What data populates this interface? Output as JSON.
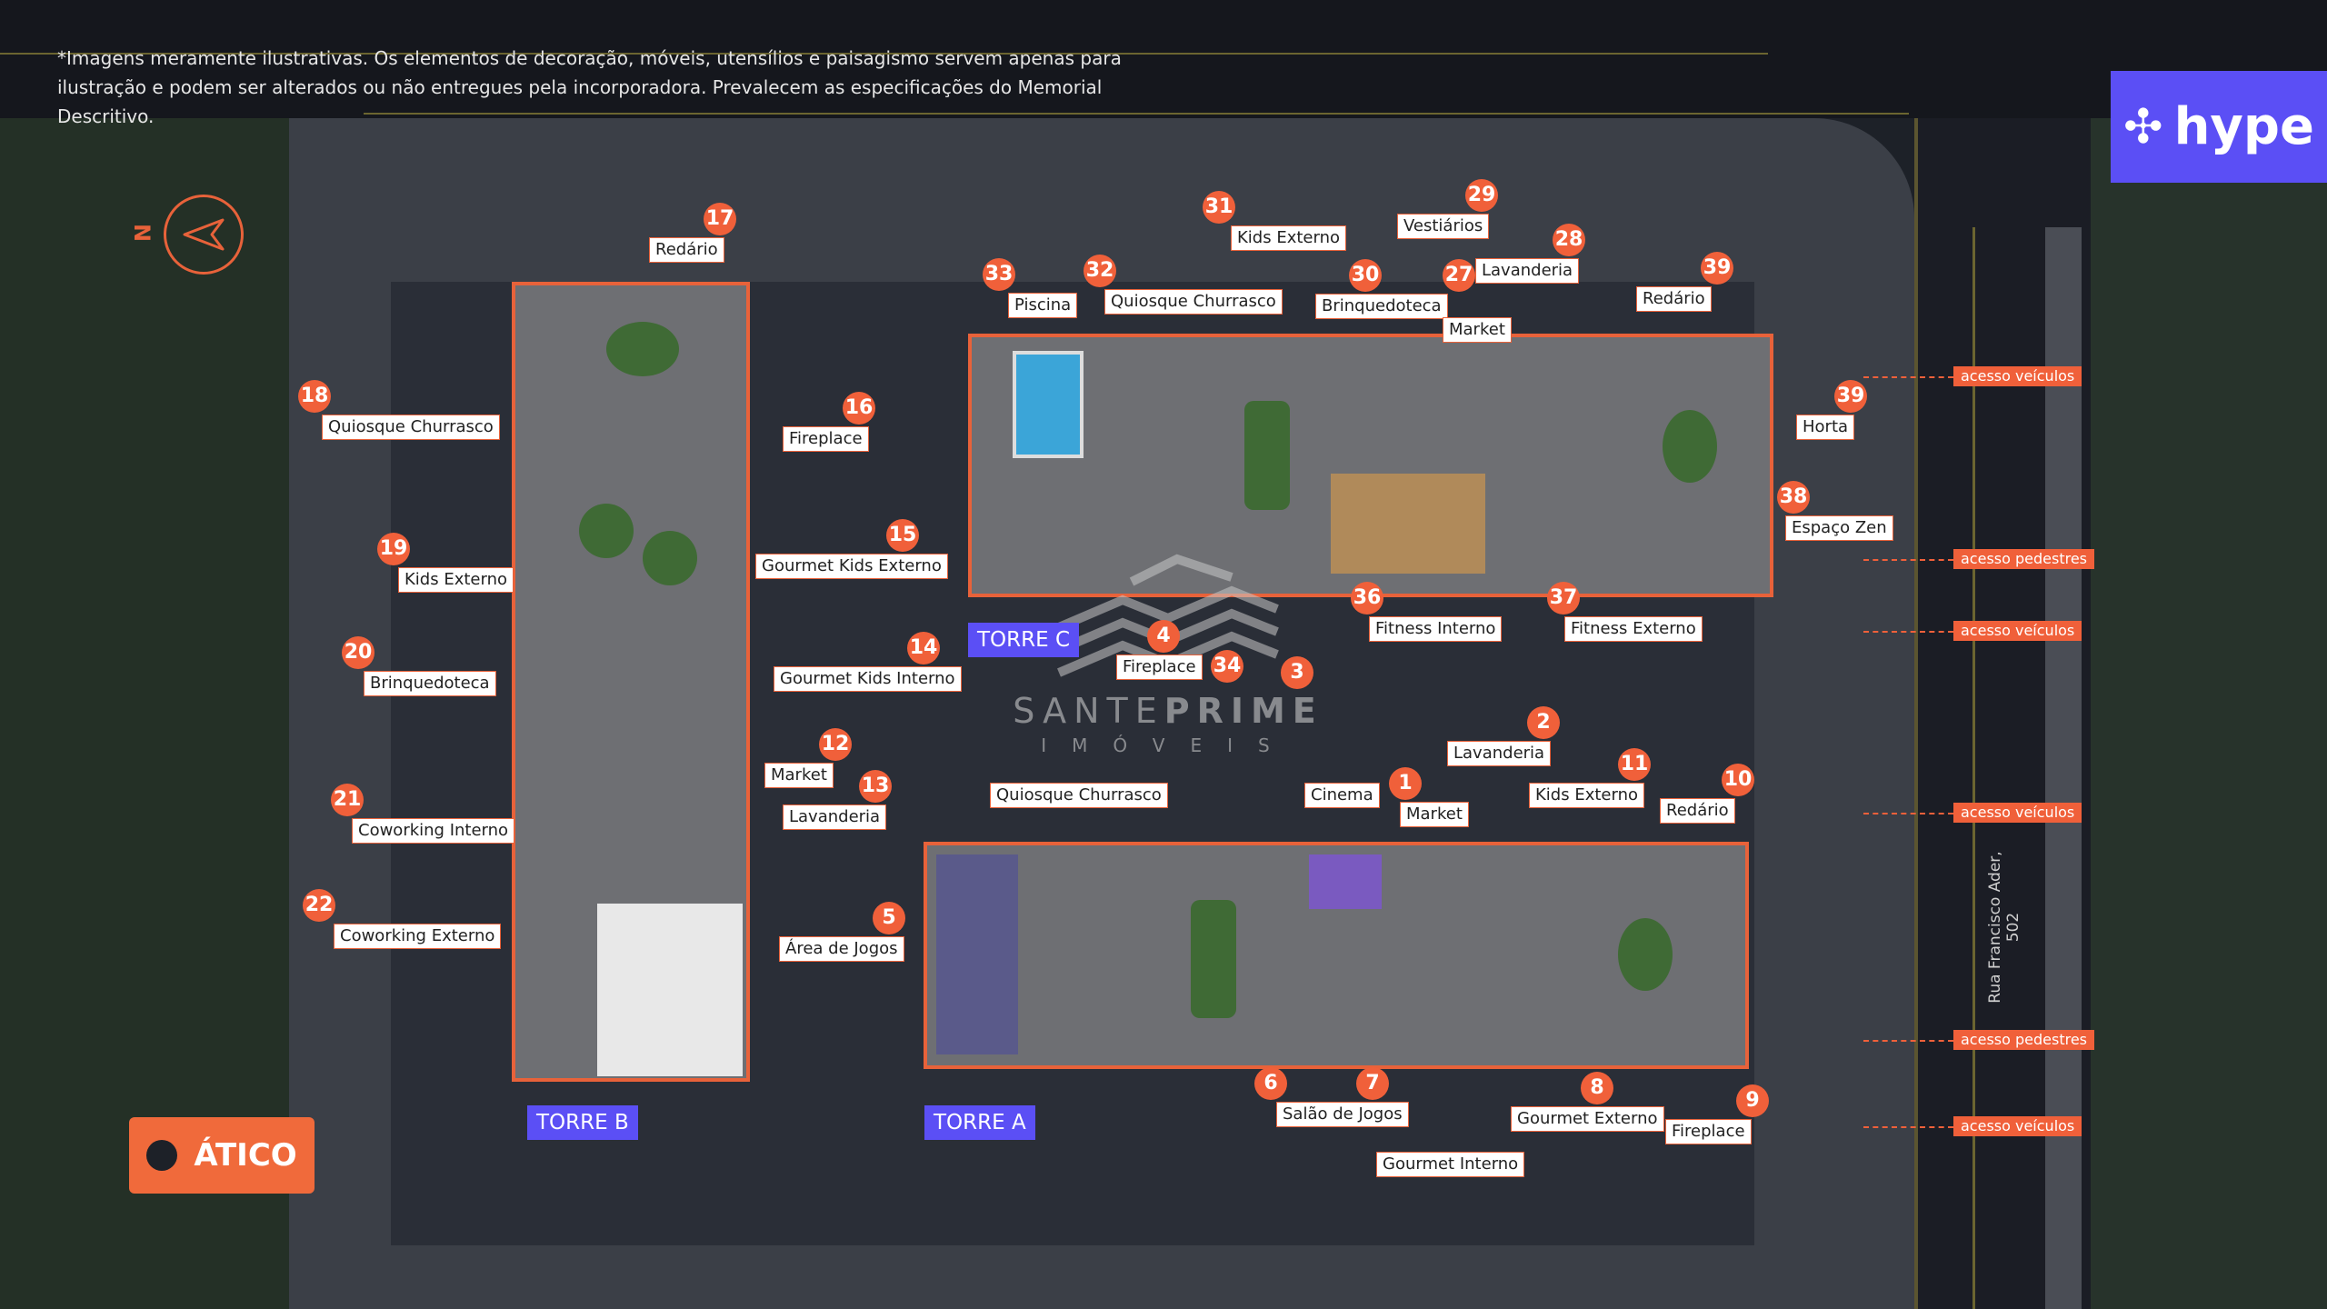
{
  "disclaimer": "*Imagens meramente ilustrativas. Os elementos de decoração, móveis, utensílios e paisagismo servem apenas para ilustração e podem ser alterados ou não entregues pela incorporadora. Prevalecem as especificações do Memorial Descritivo.",
  "brand": {
    "name": "hype",
    "watermark_a": "SANTE",
    "watermark_b": "PRIME",
    "watermark_sub": "IMÓVEIS"
  },
  "compass": {
    "label": "N"
  },
  "floor_button": {
    "label": "ÁTICO"
  },
  "towers": {
    "a": "TORRE A",
    "b": "TORRE B",
    "c": "TORRE C"
  },
  "street": "Rua Francisco Ader, 502",
  "access": [
    "acesso veículos",
    "acesso pedestres",
    "acesso veículos",
    "acesso veículos",
    "acesso pedestres",
    "acesso veículos"
  ],
  "amenities": [
    {
      "num": "17",
      "label": "Redário"
    },
    {
      "num": "18",
      "label": "Quiosque Churrasco"
    },
    {
      "num": "16",
      "label": "Fireplace"
    },
    {
      "num": "15",
      "label": "Gourmet Kids Externo"
    },
    {
      "num": "19",
      "label": "Kids Externo"
    },
    {
      "num": "20",
      "label": "Brinquedoteca"
    },
    {
      "num": "14",
      "label": "Gourmet Kids Interno"
    },
    {
      "num": "12",
      "label": "Market"
    },
    {
      "num": "13",
      "label": "Lavanderia"
    },
    {
      "num": "21",
      "label": "Coworking Interno"
    },
    {
      "num": "22",
      "label": "Coworking Externo"
    },
    {
      "num": "5",
      "label": "Área de Jogos"
    },
    {
      "num": "33",
      "label": "Piscina"
    },
    {
      "num": "32",
      "label": "Quiosque Churrasco"
    },
    {
      "num": "31",
      "label": "Kids Externo"
    },
    {
      "num": "30",
      "label": "Brinquedoteca"
    },
    {
      "num": "29",
      "label": "Vestiários"
    },
    {
      "num": "27",
      "label": "Market"
    },
    {
      "num": "28",
      "label": "Lavanderia"
    },
    {
      "num": "39",
      "label": "Redário"
    },
    {
      "num": "39",
      "label": "Horta"
    },
    {
      "num": "38",
      "label": "Espaço Zen"
    },
    {
      "num": "36",
      "label": "Fitness Interno"
    },
    {
      "num": "37",
      "label": "Fitness Externo"
    },
    {
      "num": "34",
      "label": "Fireplace"
    },
    {
      "num": "4",
      "label": "Quiosque Churrasco"
    },
    {
      "num": "3",
      "label": "Cinema"
    },
    {
      "num": "1",
      "label": "Market"
    },
    {
      "num": "2",
      "label": "Lavanderia"
    },
    {
      "num": "11",
      "label": "Kids Externo"
    },
    {
      "num": "10",
      "label": "Redário"
    },
    {
      "num": "6",
      "label": "Salão de Jogos"
    },
    {
      "num": "7",
      "label": "Gourmet Interno"
    },
    {
      "num": "8",
      "label": "Gourmet Externo"
    },
    {
      "num": "9",
      "label": "Fireplace"
    }
  ],
  "colors": {
    "accent": "#f0603a",
    "brand": "#5b4ff5"
  }
}
